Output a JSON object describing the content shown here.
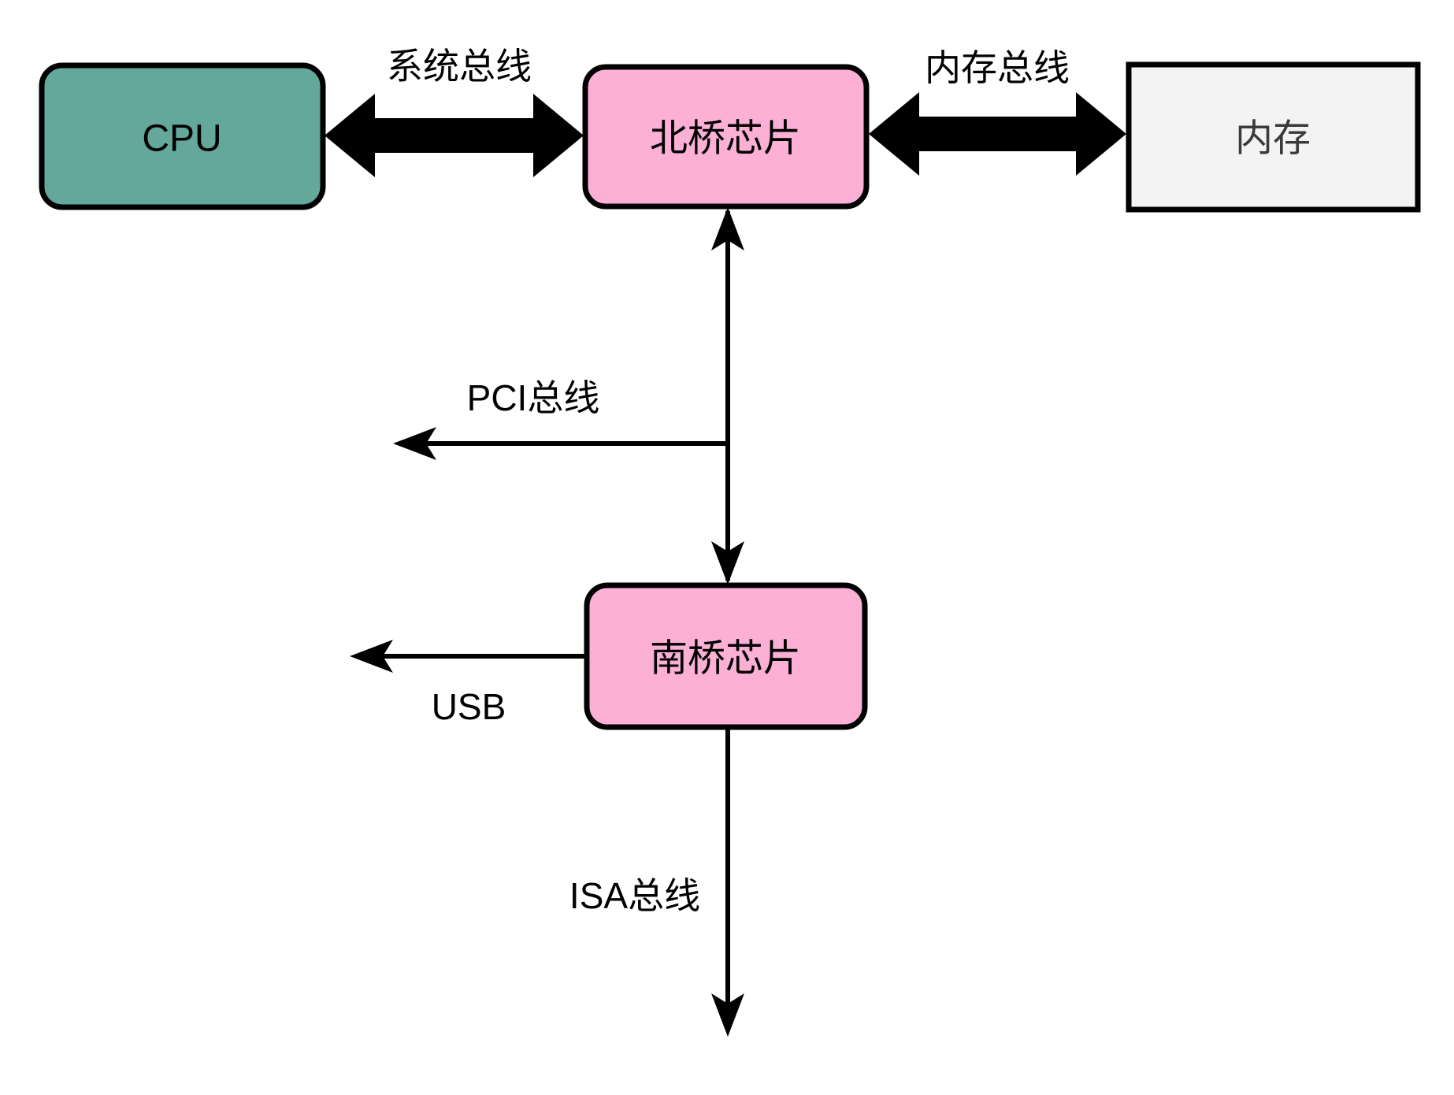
{
  "diagram": {
    "background": "#FFFFFF",
    "colors": {
      "border": "#000000",
      "arrow": "#000000",
      "label": "#000000",
      "memory_label": "#3A3A3A"
    },
    "nodes": {
      "cpu": {
        "label": "CPU",
        "fill": "#63A89A",
        "shape": "rounded-rect"
      },
      "northbridge": {
        "label": "北桥芯片",
        "fill": "#FCB0D6",
        "shape": "rounded-rect"
      },
      "memory": {
        "label": "内存",
        "fill": "#F3F3F3",
        "shape": "rect"
      },
      "southbridge": {
        "label": "南桥芯片",
        "fill": "#FCB0D6",
        "shape": "rounded-rect"
      }
    },
    "buses": {
      "system_bus": {
        "label": "系统总线",
        "from": "cpu",
        "to": "northbridge",
        "style": "thick-double-arrow"
      },
      "memory_bus": {
        "label": "内存总线",
        "from": "northbridge",
        "to": "memory",
        "style": "thick-double-arrow"
      },
      "bridge_link": {
        "label": "",
        "from": "northbridge",
        "to": "southbridge",
        "style": "thin-double-arrow"
      },
      "pci_bus": {
        "label": "PCI总线",
        "from": "bridge_link",
        "style": "thin-arrow-left"
      },
      "usb": {
        "label": "USB",
        "from": "southbridge",
        "style": "thin-arrow-left"
      },
      "isa_bus": {
        "label": "ISA总线",
        "from": "southbridge",
        "style": "thin-arrow-down"
      }
    }
  }
}
